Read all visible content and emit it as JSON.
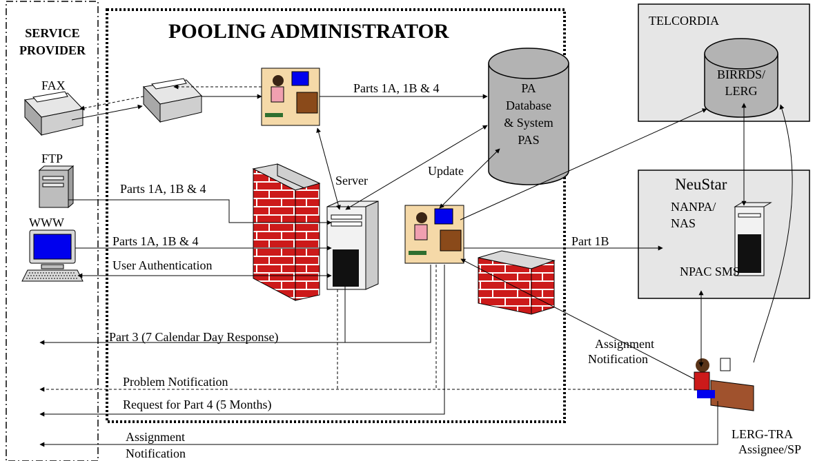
{
  "service_provider": {
    "line1": "SERVICE",
    "line2": "PROVIDER"
  },
  "pooling_admin": {
    "title": "POOLING ADMINISTRATOR"
  },
  "telcordia": {
    "title": "TELCORDIA",
    "db_line1": "BIRRDS/",
    "db_line2": "LERG"
  },
  "neustar": {
    "title": "NeuStar",
    "nanpa_line1": "NANPA/",
    "nanpa_line2": "NAS",
    "npac": "NPAC SMS"
  },
  "pa_database": {
    "line1": "PA",
    "line2": "Database",
    "line3": "& System",
    "line4": "PAS"
  },
  "sources": {
    "fax": "FAX",
    "ftp": "FTP",
    "www": "WWW"
  },
  "server": {
    "label": "Server"
  },
  "flows": {
    "fax_parts": "Parts 1A, 1B & 4",
    "ftp_parts": "Parts 1A, 1B & 4",
    "www_parts": "Parts 1A, 1B & 4",
    "user_auth": "User Authentication",
    "update": "Update",
    "part_1b": "Part 1B",
    "part_3": "Part 3 (7 Calendar Day Response)",
    "problem_notification": "Problem Notification",
    "request_part4": "Request for Part 4 (5 Months)",
    "assignment_line1": "Assignment",
    "assignment_line2": "Notification",
    "assignment2_line1": "Assignment",
    "assignment2_line2": "Notification"
  },
  "lerg_tra": {
    "line1": "LERG-TRA",
    "line2": "Assignee/SP"
  },
  "colors": {
    "brick": "#cc1a1a",
    "mortar": "#ffffff",
    "cylinder": "#b3b3b3",
    "panel": "#e6e6e6",
    "monitor": "#0000ee"
  }
}
